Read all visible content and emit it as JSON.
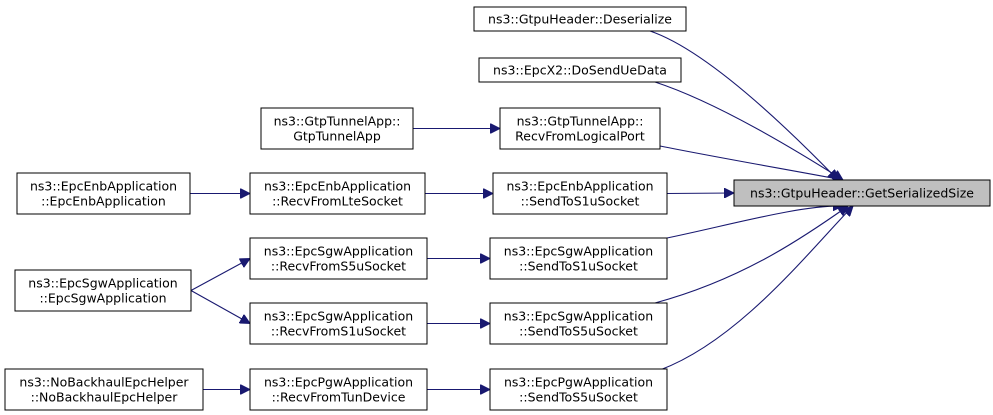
{
  "graph": {
    "nodes": {
      "target": {
        "lines": [
          "ns3::GtpuHeader::GetSerializedSize"
        ]
      },
      "deserialize": {
        "lines": [
          "ns3::GtpuHeader::Deserialize"
        ]
      },
      "x2send": {
        "lines": [
          "ns3::EpcX2::DoSendUeData"
        ]
      },
      "gtpRecvLogical": {
        "lines": [
          "ns3::GtpTunnelApp::",
          "RecvFromLogicalPort"
        ]
      },
      "gtpCtor": {
        "lines": [
          "ns3::GtpTunnelApp::",
          "GtpTunnelApp"
        ]
      },
      "enbSendS1u": {
        "lines": [
          "ns3::EpcEnbApplication",
          "::SendToS1uSocket"
        ]
      },
      "enbRecvLte": {
        "lines": [
          "ns3::EpcEnbApplication",
          "::RecvFromLteSocket"
        ]
      },
      "enbCtor": {
        "lines": [
          "ns3::EpcEnbApplication",
          "::EpcEnbApplication"
        ]
      },
      "sgwSendS1u": {
        "lines": [
          "ns3::EpcSgwApplication",
          "::SendToS1uSocket"
        ]
      },
      "sgwRecvS5u": {
        "lines": [
          "ns3::EpcSgwApplication",
          "::RecvFromS5uSocket"
        ]
      },
      "sgwCtor": {
        "lines": [
          "ns3::EpcSgwApplication",
          "::EpcSgwApplication"
        ]
      },
      "sgwSendS5u": {
        "lines": [
          "ns3::EpcSgwApplication",
          "::SendToS5uSocket"
        ]
      },
      "sgwRecvS1u": {
        "lines": [
          "ns3::EpcSgwApplication",
          "::RecvFromS1uSocket"
        ]
      },
      "pgwSendS5u": {
        "lines": [
          "ns3::EpcPgwApplication",
          "::SendToS5uSocket"
        ]
      },
      "pgwRecvTun": {
        "lines": [
          "ns3::EpcPgwApplication",
          "::RecvFromTunDevice"
        ]
      },
      "noBackhaul": {
        "lines": [
          "ns3::NoBackhaulEpcHelper",
          "::NoBackhaulEpcHelper"
        ]
      }
    },
    "edges": [
      {
        "from": "deserialize",
        "to": "target"
      },
      {
        "from": "x2send",
        "to": "target"
      },
      {
        "from": "gtpRecvLogical",
        "to": "target"
      },
      {
        "from": "enbSendS1u",
        "to": "target"
      },
      {
        "from": "sgwSendS1u",
        "to": "target"
      },
      {
        "from": "sgwSendS5u",
        "to": "target"
      },
      {
        "from": "pgwSendS5u",
        "to": "target"
      },
      {
        "from": "gtpCtor",
        "to": "gtpRecvLogical"
      },
      {
        "from": "enbRecvLte",
        "to": "enbSendS1u"
      },
      {
        "from": "enbCtor",
        "to": "enbRecvLte"
      },
      {
        "from": "sgwRecvS5u",
        "to": "sgwSendS1u"
      },
      {
        "from": "sgwCtor",
        "to": "sgwRecvS5u"
      },
      {
        "from": "sgwCtor",
        "to": "sgwRecvS1u"
      },
      {
        "from": "sgwRecvS1u",
        "to": "sgwSendS5u"
      },
      {
        "from": "pgwRecvTun",
        "to": "pgwSendS5u"
      },
      {
        "from": "noBackhaul",
        "to": "pgwRecvTun"
      }
    ],
    "colors": {
      "edge": "#191970",
      "target_fill": "#bfbfbf",
      "node_fill": "#ffffff",
      "border": "#000000"
    }
  }
}
